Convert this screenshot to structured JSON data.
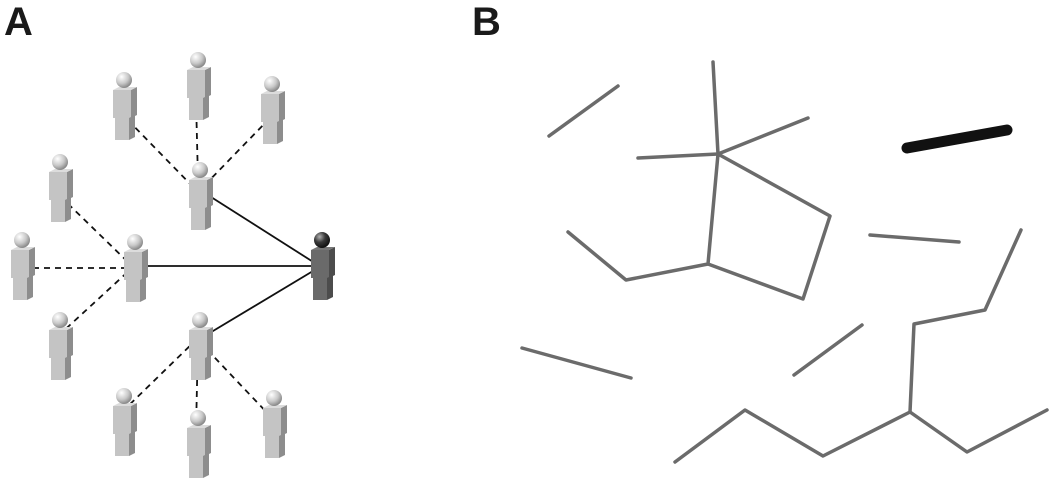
{
  "panels": {
    "a": {
      "label": "A"
    },
    "b": {
      "label": "B"
    }
  },
  "colors": {
    "person_light": "#c4c4c4",
    "person_dark": "#6a6a6a",
    "edge": "#111111",
    "segment_gray": "#6b6b6b",
    "segment_highlight": "#111111"
  },
  "network": {
    "central_person": "dark",
    "hub_count": 3,
    "leaves_per_hub": 3,
    "hub_link_style": "solid",
    "leaf_link_style": "dashed"
  }
}
